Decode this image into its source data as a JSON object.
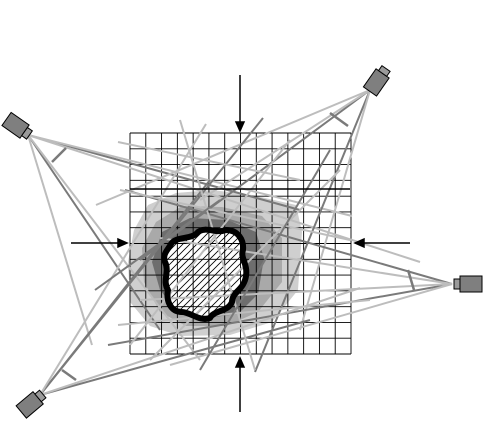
{
  "figure": {
    "kind": "visual-hull reconstruction diagram",
    "grid": {
      "columns": 14,
      "rows": 14
    },
    "cameras": [
      {
        "id": "camera-top-left",
        "icon": "camera-icon"
      },
      {
        "id": "camera-top-right",
        "icon": "camera-icon"
      },
      {
        "id": "camera-right",
        "icon": "camera-icon"
      },
      {
        "id": "camera-bottom-left",
        "icon": "camera-icon"
      }
    ],
    "arrows": [
      "top",
      "left",
      "right",
      "bottom"
    ],
    "colors": {
      "grid_line": "#000000",
      "occupancy_light": "#cfcfcf",
      "occupancy_medium": "#a9a9a9",
      "occupancy_dark": "#6e6e6e",
      "ray_light": "#bdbdbd",
      "ray_dark": "#7a7a7a",
      "camera_body": "#7f7f7f",
      "object_outline": "#000000"
    }
  }
}
